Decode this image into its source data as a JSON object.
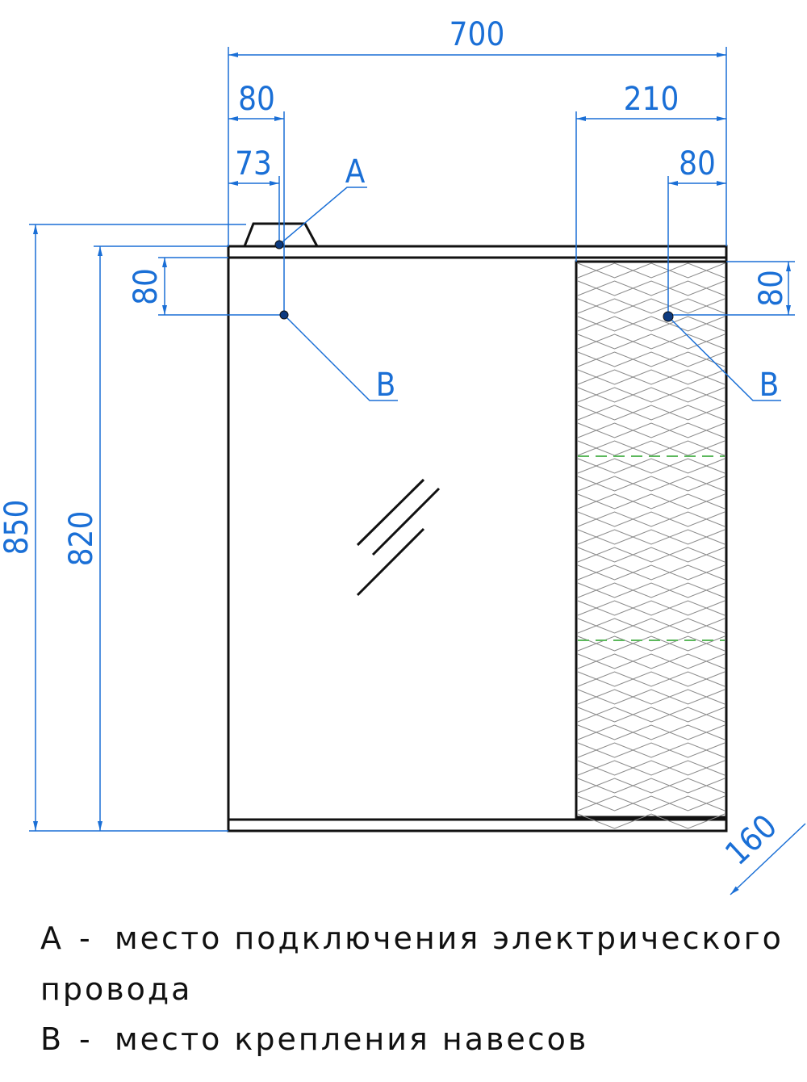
{
  "colors": {
    "dimension": "#1a6fd6",
    "outline": "#111111",
    "pattern": "#888888",
    "shelf": "#5cb85c",
    "text": "#111111"
  },
  "dimensions": {
    "total_width": "700",
    "left_offset_outer": "80",
    "left_offset_inner": "73",
    "right_panel_width": "210",
    "right_offset": "80",
    "total_height": "850",
    "body_height": "820",
    "left_vertical_offset": "80",
    "right_vertical_offset": "80",
    "depth": "160"
  },
  "markers": {
    "a": "A",
    "b_left": "B",
    "b_right": "B"
  },
  "legend": {
    "a_key": "A",
    "a_sep": "-",
    "a_text_line1": "место подключения электрического",
    "a_text_line2": "провода",
    "b_key": "B",
    "b_sep": "-",
    "b_text": "место крепления навесов"
  }
}
